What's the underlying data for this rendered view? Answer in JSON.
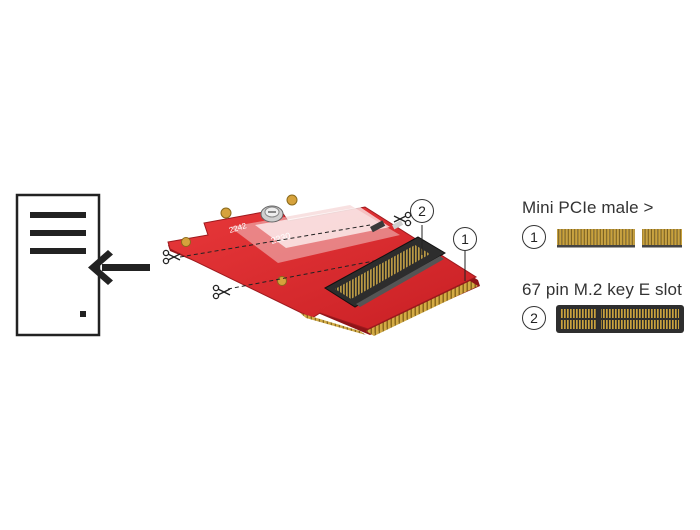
{
  "legend": {
    "mini_pcie_label": "Mini PCIe male >",
    "m2_slot_label": "67 pin M.2 key E slot",
    "badge_1": "1",
    "badge_2": "2"
  },
  "pcb_labels": {
    "size_2242": "2242",
    "size_2230": "2230"
  },
  "icons": {
    "document": "document-lines-icon",
    "arrow": "arrow-left-icon",
    "scissors": "scissors-icon"
  },
  "colors": {
    "pcb": "#d9282c",
    "pcb_dark": "#b81c20",
    "gold": "#caa23a",
    "slot": "#2b2b2b"
  }
}
